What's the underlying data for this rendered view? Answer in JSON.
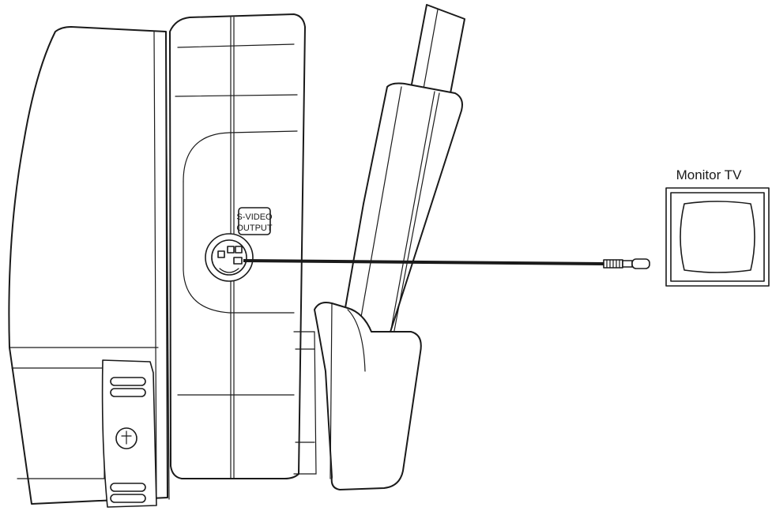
{
  "diagram": {
    "jack_label_line1": "S-VIDEO",
    "jack_label_line2": "OUTPUT",
    "monitor_label": "Monitor TV"
  },
  "colors": {
    "line": "#1a1a1a",
    "background": "#ffffff"
  }
}
